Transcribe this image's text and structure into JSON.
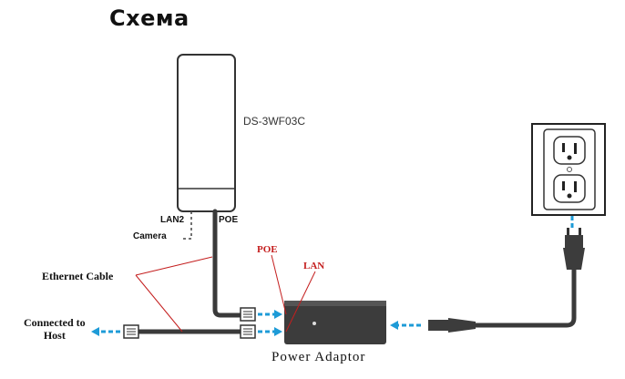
{
  "title": "Схема",
  "device": {
    "model": "DS-3WF03C",
    "port_lan2": "LAN2",
    "port_poe": "POE",
    "camera": "Camera"
  },
  "labels": {
    "poe": "POE",
    "lan": "LAN",
    "ethernet_cable": "Ethernet Cable",
    "connected_to_line1": "Connected to",
    "connected_to_line2": "Host",
    "power_adaptor": "Power Adaptor"
  },
  "colors": {
    "arrow": "#1e9bd7",
    "annotation": "#c41e1e",
    "cable": "#3a3a3a"
  }
}
